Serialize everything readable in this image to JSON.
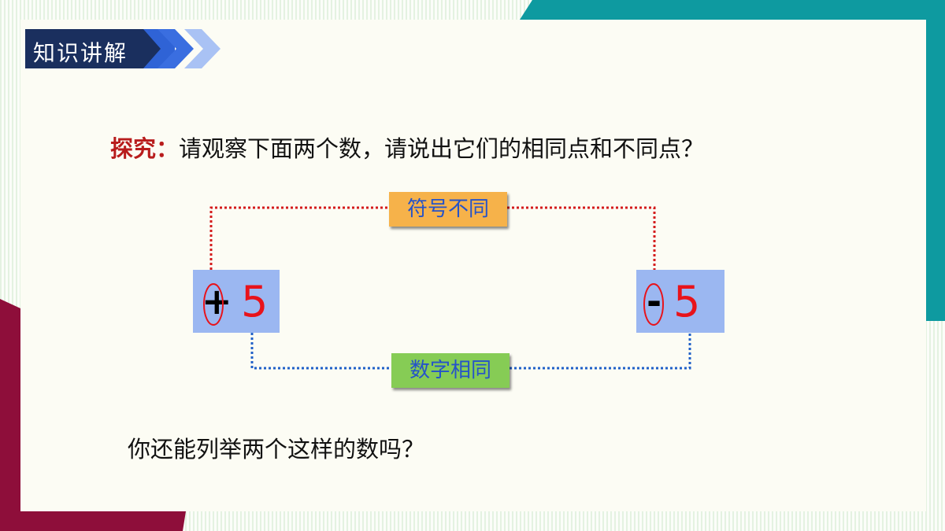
{
  "header": {
    "title": "知识讲解"
  },
  "question": {
    "label": "探究：",
    "text": "请观察下面两个数，请说出它们的相同点和不同点？"
  },
  "numbers": {
    "left": {
      "sign": "+",
      "digit": "5"
    },
    "right": {
      "sign": "-",
      "digit": "5"
    }
  },
  "tags": {
    "sign_diff": "符号不同",
    "digit_same": "数字相同"
  },
  "bottom_question": "你还能列举两个这样的数吗？",
  "colors": {
    "teal": "#0e9aa0",
    "maroon": "#8e0e3a",
    "header_navy": "#1a2f5e",
    "header_blue": "#2f63d6",
    "red_line": "#d41c1c",
    "blue_line": "#2060c8"
  }
}
